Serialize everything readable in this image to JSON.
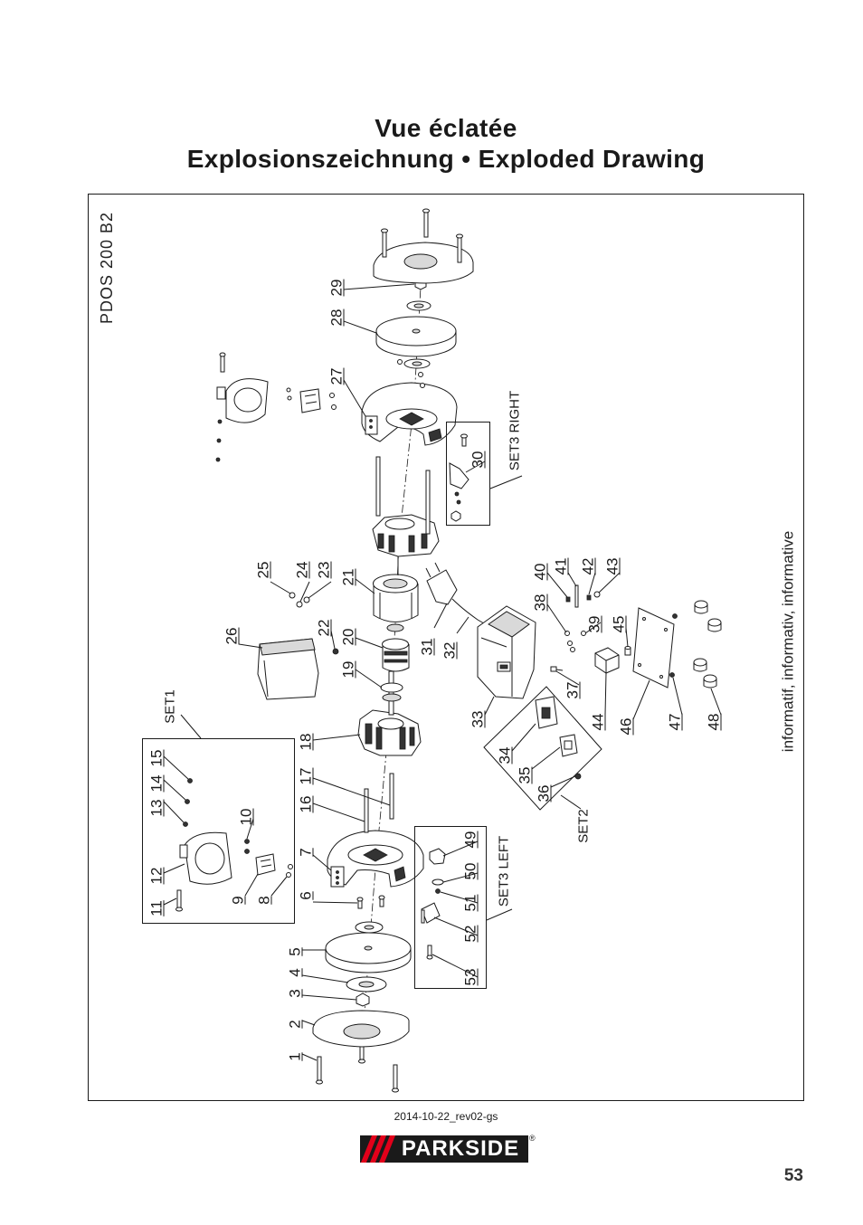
{
  "title": {
    "line1": "Vue éclatée",
    "line2": "Explosionszeichnung • Exploded Drawing"
  },
  "model": "PDOS 200 B2",
  "note": "informatif, informativ, informative",
  "sets": {
    "set1": "SET1",
    "set2": "SET2",
    "set3_right": "SET3 RIGHT",
    "set3_left": "SET3 LEFT"
  },
  "parts": [
    "1",
    "2",
    "3",
    "4",
    "5",
    "6",
    "7",
    "8",
    "9",
    "10",
    "11",
    "12",
    "13",
    "14",
    "15",
    "16",
    "17",
    "18",
    "19",
    "20",
    "21",
    "22",
    "23",
    "24",
    "25",
    "26",
    "27",
    "28",
    "29",
    "30",
    "31",
    "32",
    "33",
    "34",
    "35",
    "36",
    "37",
    "38",
    "39",
    "40",
    "41",
    "42",
    "43",
    "44",
    "45",
    "46",
    "47",
    "48",
    "49",
    "50",
    "51",
    "52",
    "53"
  ],
  "footer": {
    "revision": "2014-10-22_rev02-gs",
    "brand": "PARKSIDE",
    "registered": "®",
    "page_number": "53"
  },
  "colors": {
    "brand_red": "#e2001a",
    "brand_black": "#1a1a1a"
  }
}
